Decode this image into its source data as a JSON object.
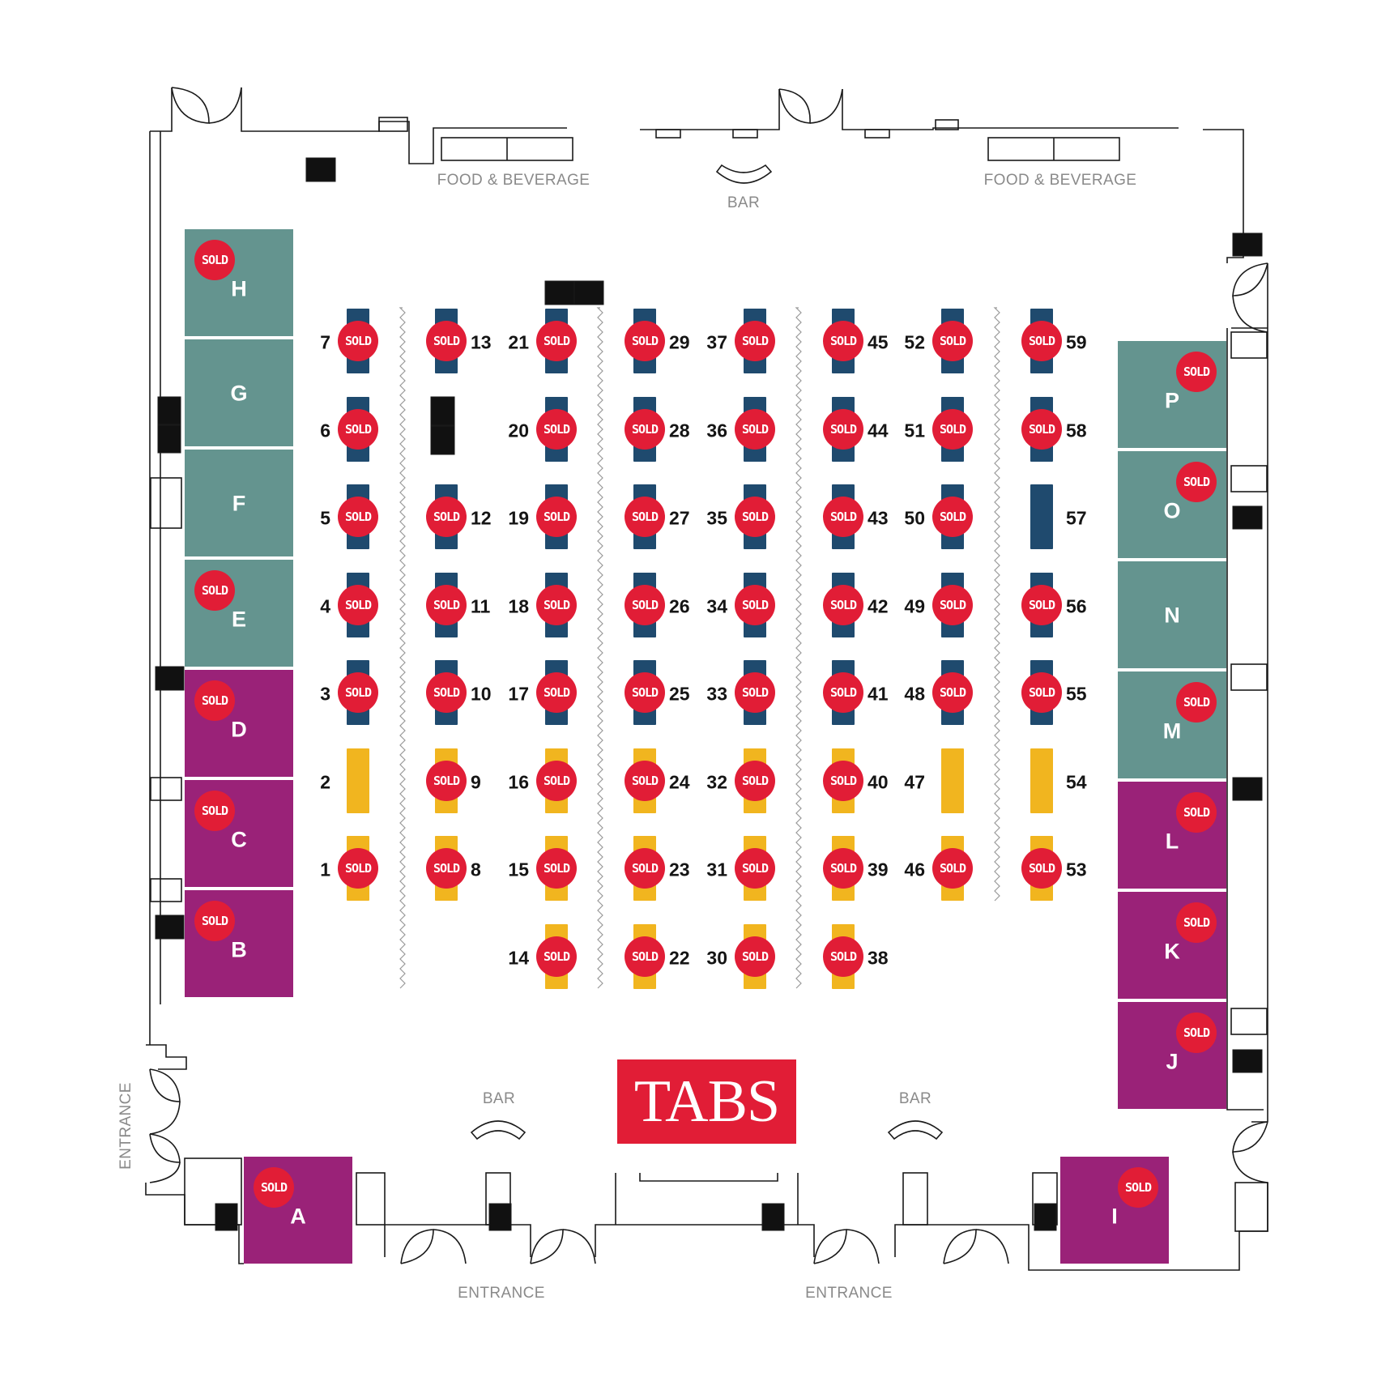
{
  "labels": {
    "food_left": "FOOD & BEVERAGE",
    "food_right": "FOOD & BEVERAGE",
    "bar_top": "BAR",
    "bar_bottom_left": "BAR",
    "bar_bottom_right": "BAR",
    "entrance_left": "ENTRANCE",
    "entrance_bottom_left": "ENTRANCE",
    "entrance_bottom_right": "ENTRANCE",
    "logo": "TABS",
    "sold_text": "SOLD"
  },
  "colors": {
    "navy_booth": "#1f4a6e",
    "yellow_booth": "#f1b51f",
    "teal_booth": "#64948f",
    "purple_booth": "#9a2278",
    "sold_badge": "#e11d36",
    "brand": "#e11d36"
  },
  "booths": [
    {
      "num": "7",
      "col": 0,
      "row": 0,
      "color": "navy",
      "sold": true
    },
    {
      "num": "6",
      "col": 0,
      "row": 1,
      "color": "navy",
      "sold": true
    },
    {
      "num": "5",
      "col": 0,
      "row": 2,
      "color": "navy",
      "sold": true
    },
    {
      "num": "4",
      "col": 0,
      "row": 3,
      "color": "navy",
      "sold": true
    },
    {
      "num": "3",
      "col": 0,
      "row": 4,
      "color": "navy",
      "sold": true
    },
    {
      "num": "2",
      "col": 0,
      "row": 5,
      "color": "yellow",
      "sold": false
    },
    {
      "num": "1",
      "col": 0,
      "row": 6,
      "color": "yellow",
      "sold": true
    },
    {
      "num": "13",
      "col": 1,
      "row": 0,
      "color": "navy",
      "sold": true
    },
    {
      "num": "12",
      "col": 1,
      "row": 2,
      "color": "navy",
      "sold": true
    },
    {
      "num": "11",
      "col": 1,
      "row": 3,
      "color": "navy",
      "sold": true
    },
    {
      "num": "10",
      "col": 1,
      "row": 4,
      "color": "navy",
      "sold": true
    },
    {
      "num": "9",
      "col": 1,
      "row": 5,
      "color": "yellow",
      "sold": true
    },
    {
      "num": "8",
      "col": 1,
      "row": 6,
      "color": "yellow",
      "sold": true
    },
    {
      "num": "21",
      "col": 2,
      "row": 0,
      "color": "navy",
      "sold": true
    },
    {
      "num": "20",
      "col": 2,
      "row": 1,
      "color": "navy",
      "sold": true
    },
    {
      "num": "19",
      "col": 2,
      "row": 2,
      "color": "navy",
      "sold": true
    },
    {
      "num": "18",
      "col": 2,
      "row": 3,
      "color": "navy",
      "sold": true
    },
    {
      "num": "17",
      "col": 2,
      "row": 4,
      "color": "navy",
      "sold": true
    },
    {
      "num": "16",
      "col": 2,
      "row": 5,
      "color": "yellow",
      "sold": true
    },
    {
      "num": "15",
      "col": 2,
      "row": 6,
      "color": "yellow",
      "sold": true
    },
    {
      "num": "14",
      "col": 2,
      "row": 7,
      "color": "yellow",
      "sold": true
    },
    {
      "num": "29",
      "col": 3,
      "row": 0,
      "color": "navy",
      "sold": true
    },
    {
      "num": "28",
      "col": 3,
      "row": 1,
      "color": "navy",
      "sold": true
    },
    {
      "num": "27",
      "col": 3,
      "row": 2,
      "color": "navy",
      "sold": true
    },
    {
      "num": "26",
      "col": 3,
      "row": 3,
      "color": "navy",
      "sold": true
    },
    {
      "num": "25",
      "col": 3,
      "row": 4,
      "color": "navy",
      "sold": true
    },
    {
      "num": "24",
      "col": 3,
      "row": 5,
      "color": "yellow",
      "sold": true
    },
    {
      "num": "23",
      "col": 3,
      "row": 6,
      "color": "yellow",
      "sold": true
    },
    {
      "num": "22",
      "col": 3,
      "row": 7,
      "color": "yellow",
      "sold": true
    },
    {
      "num": "37",
      "col": 4,
      "row": 0,
      "color": "navy",
      "sold": true
    },
    {
      "num": "36",
      "col": 4,
      "row": 1,
      "color": "navy",
      "sold": true
    },
    {
      "num": "35",
      "col": 4,
      "row": 2,
      "color": "navy",
      "sold": true
    },
    {
      "num": "34",
      "col": 4,
      "row": 3,
      "color": "navy",
      "sold": true
    },
    {
      "num": "33",
      "col": 4,
      "row": 4,
      "color": "navy",
      "sold": true
    },
    {
      "num": "32",
      "col": 4,
      "row": 5,
      "color": "yellow",
      "sold": true
    },
    {
      "num": "31",
      "col": 4,
      "row": 6,
      "color": "yellow",
      "sold": true
    },
    {
      "num": "30",
      "col": 4,
      "row": 7,
      "color": "yellow",
      "sold": true
    },
    {
      "num": "45",
      "col": 5,
      "row": 0,
      "color": "navy",
      "sold": true
    },
    {
      "num": "44",
      "col": 5,
      "row": 1,
      "color": "navy",
      "sold": true
    },
    {
      "num": "43",
      "col": 5,
      "row": 2,
      "color": "navy",
      "sold": true
    },
    {
      "num": "42",
      "col": 5,
      "row": 3,
      "color": "navy",
      "sold": true
    },
    {
      "num": "41",
      "col": 5,
      "row": 4,
      "color": "navy",
      "sold": true
    },
    {
      "num": "40",
      "col": 5,
      "row": 5,
      "color": "yellow",
      "sold": true
    },
    {
      "num": "39",
      "col": 5,
      "row": 6,
      "color": "yellow",
      "sold": true
    },
    {
      "num": "38",
      "col": 5,
      "row": 7,
      "color": "yellow",
      "sold": true
    },
    {
      "num": "52",
      "col": 6,
      "row": 0,
      "color": "navy",
      "sold": true
    },
    {
      "num": "51",
      "col": 6,
      "row": 1,
      "color": "navy",
      "sold": true
    },
    {
      "num": "50",
      "col": 6,
      "row": 2,
      "color": "navy",
      "sold": true
    },
    {
      "num": "49",
      "col": 6,
      "row": 3,
      "color": "navy",
      "sold": true
    },
    {
      "num": "48",
      "col": 6,
      "row": 4,
      "color": "navy",
      "sold": true
    },
    {
      "num": "47",
      "col": 6,
      "row": 5,
      "color": "yellow",
      "sold": false
    },
    {
      "num": "46",
      "col": 6,
      "row": 6,
      "color": "yellow",
      "sold": true
    },
    {
      "num": "59",
      "col": 7,
      "row": 0,
      "color": "navy",
      "sold": true
    },
    {
      "num": "58",
      "col": 7,
      "row": 1,
      "color": "navy",
      "sold": true
    },
    {
      "num": "57",
      "col": 7,
      "row": 2,
      "color": "navy",
      "sold": false
    },
    {
      "num": "56",
      "col": 7,
      "row": 3,
      "color": "navy",
      "sold": true
    },
    {
      "num": "55",
      "col": 7,
      "row": 4,
      "color": "navy",
      "sold": true
    },
    {
      "num": "54",
      "col": 7,
      "row": 5,
      "color": "yellow",
      "sold": false
    },
    {
      "num": "53",
      "col": 7,
      "row": 6,
      "color": "yellow",
      "sold": true
    }
  ],
  "big_booths": [
    {
      "letter": "H",
      "group": "left",
      "slot": 0,
      "color": "teal",
      "sold": true
    },
    {
      "letter": "G",
      "group": "left",
      "slot": 1,
      "color": "teal",
      "sold": false
    },
    {
      "letter": "F",
      "group": "left",
      "slot": 2,
      "color": "teal",
      "sold": false
    },
    {
      "letter": "E",
      "group": "left",
      "slot": 3,
      "color": "teal",
      "sold": true
    },
    {
      "letter": "D",
      "group": "left",
      "slot": 4,
      "color": "purple",
      "sold": true
    },
    {
      "letter": "C",
      "group": "left",
      "slot": 5,
      "color": "purple",
      "sold": true
    },
    {
      "letter": "B",
      "group": "left",
      "slot": 6,
      "color": "purple",
      "sold": true
    },
    {
      "letter": "P",
      "group": "right",
      "slot": 0,
      "color": "teal",
      "sold": true
    },
    {
      "letter": "O",
      "group": "right",
      "slot": 1,
      "color": "teal",
      "sold": true
    },
    {
      "letter": "N",
      "group": "right",
      "slot": 2,
      "color": "teal",
      "sold": false
    },
    {
      "letter": "M",
      "group": "right",
      "slot": 3,
      "color": "teal",
      "sold": true
    },
    {
      "letter": "L",
      "group": "right",
      "slot": 4,
      "color": "purple",
      "sold": true
    },
    {
      "letter": "K",
      "group": "right",
      "slot": 5,
      "color": "purple",
      "sold": true
    },
    {
      "letter": "J",
      "group": "right",
      "slot": 6,
      "color": "purple",
      "sold": true
    },
    {
      "letter": "A",
      "group": "bottom-left",
      "slot": 0,
      "color": "purple",
      "sold": true
    },
    {
      "letter": "I",
      "group": "bottom-right",
      "slot": 0,
      "color": "purple",
      "sold": true
    }
  ]
}
